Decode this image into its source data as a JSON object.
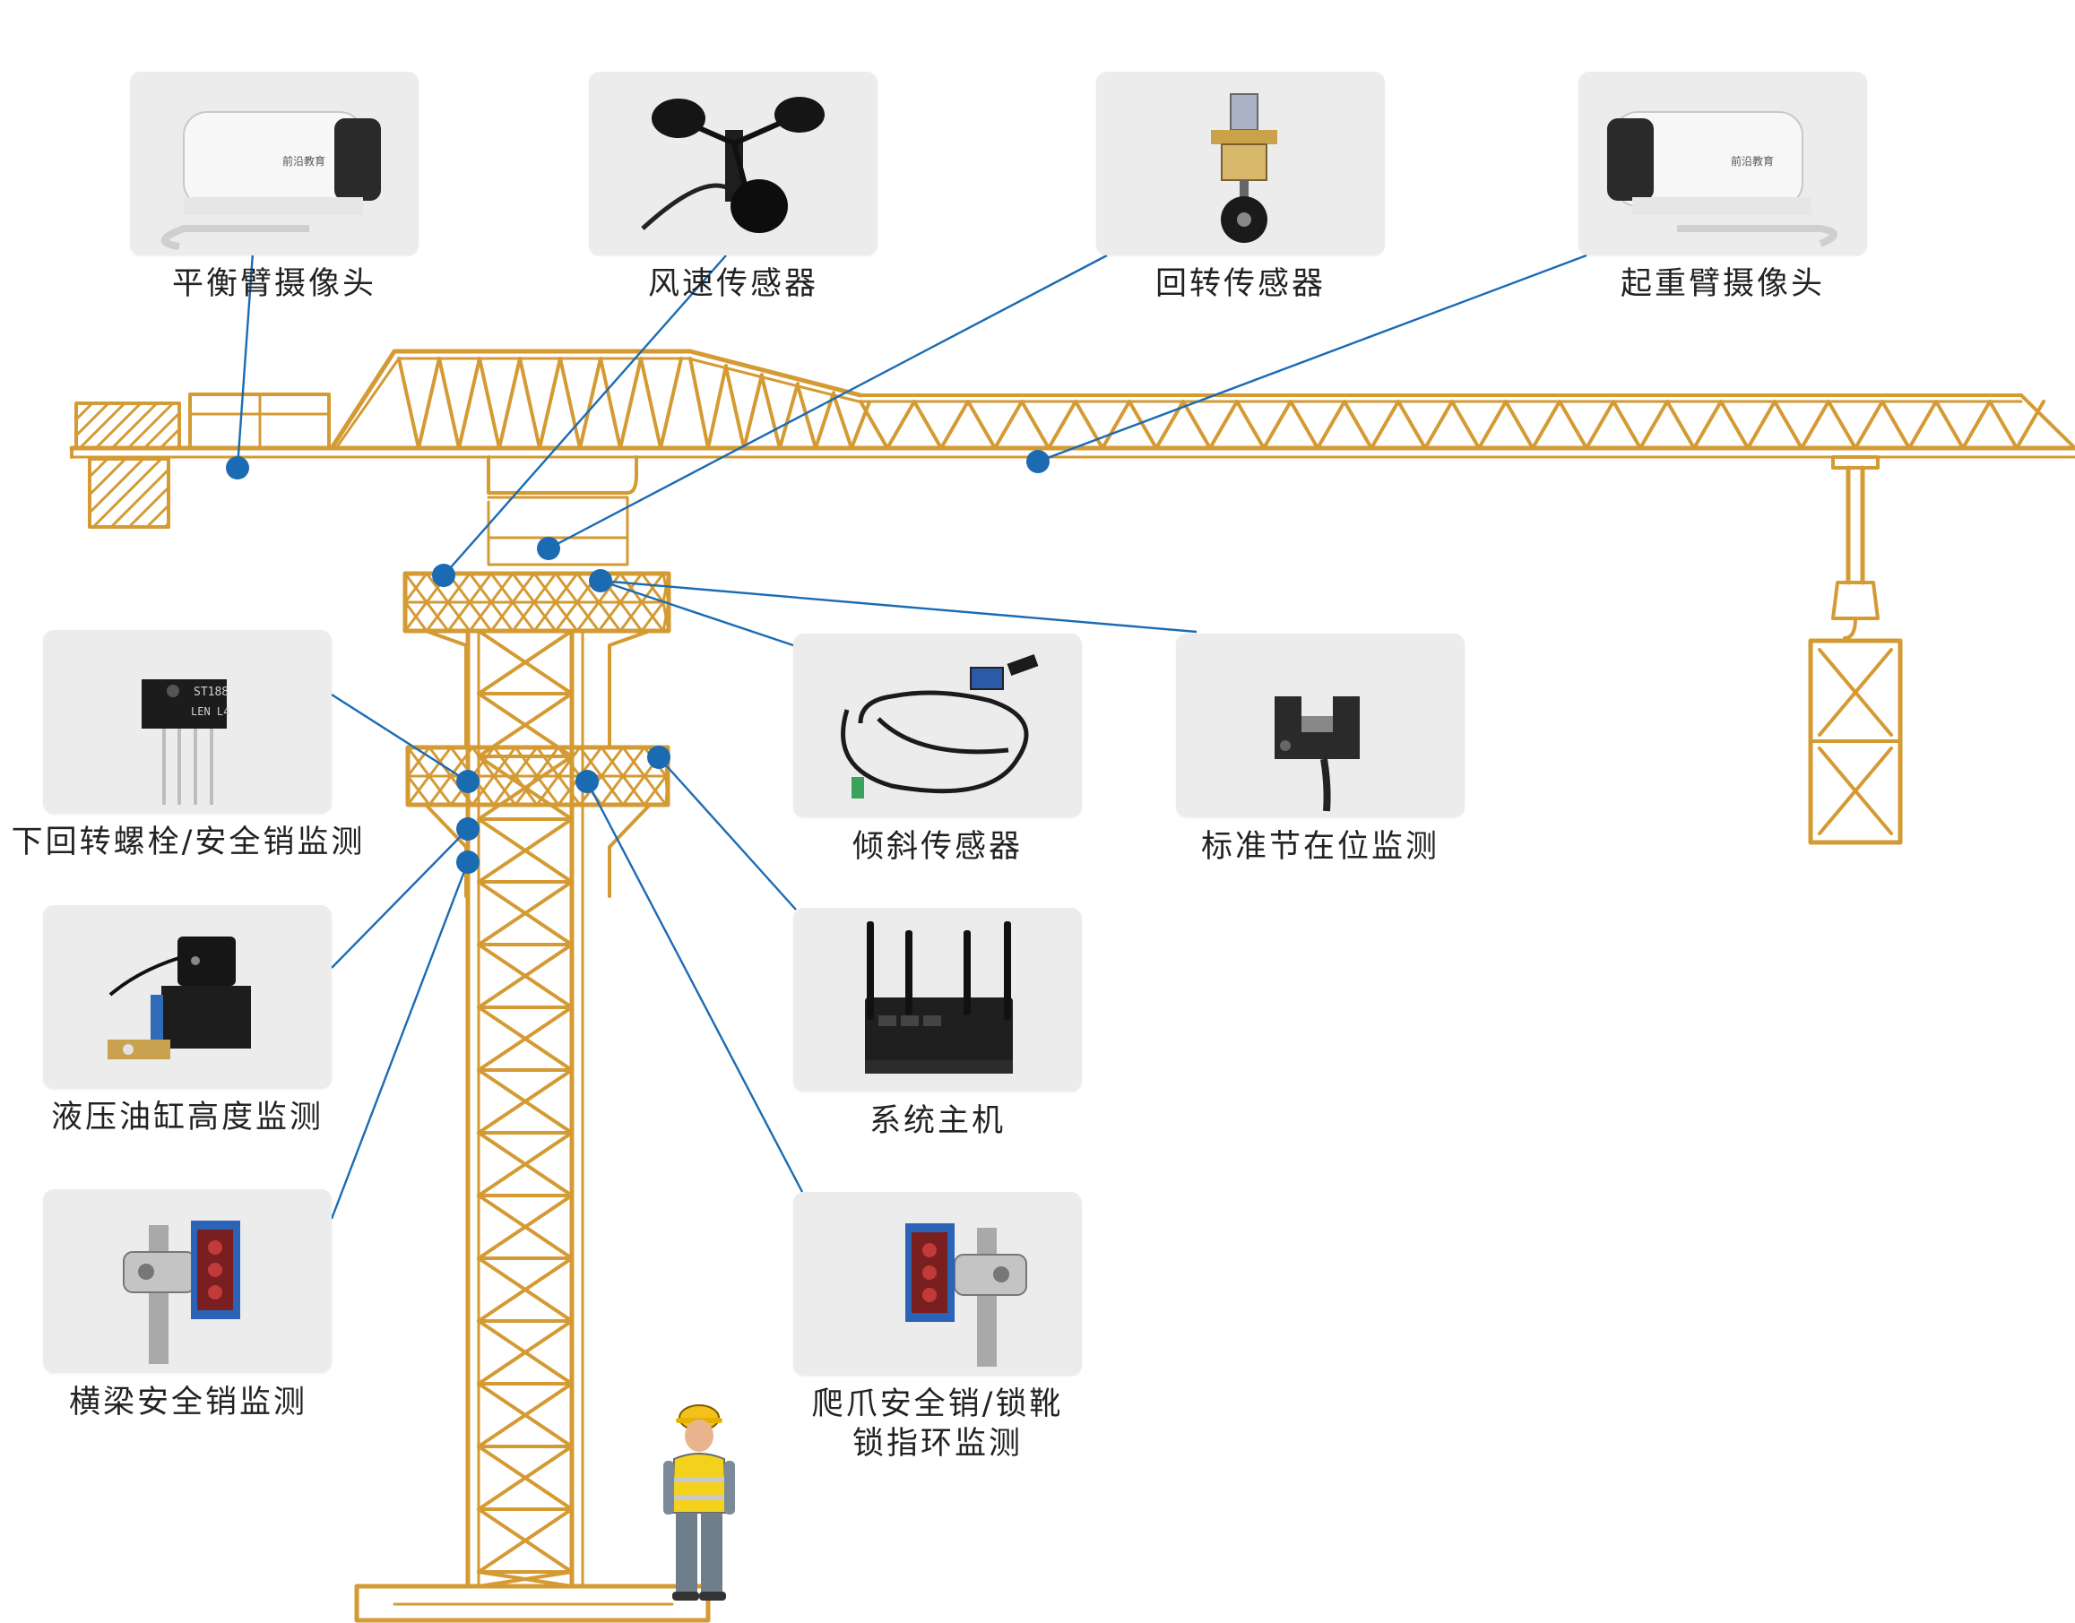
{
  "colors": {
    "structure": "#d49a33",
    "connector": "#1b6bb3",
    "dot": "#1b6bb3",
    "card_bg": "#ececec",
    "label_text": "#222222"
  },
  "components": [
    {
      "id": "balance-arm-camera",
      "label": "平衡臂摄像头",
      "icon": "camera-icon"
    },
    {
      "id": "wind-speed-sensor",
      "label": "风速传感器",
      "icon": "anemometer-icon"
    },
    {
      "id": "slewing-sensor",
      "label": "回转传感器",
      "icon": "rotation-sensor-icon"
    },
    {
      "id": "jib-camera",
      "label": "起重臂摄像头",
      "icon": "camera-icon"
    },
    {
      "id": "lower-slewing-bolt",
      "label": "下回转螺栓/安全销监测",
      "icon": "photo-interrupter-icon",
      "chip_text": [
        "ST188",
        "LEN L4"
      ]
    },
    {
      "id": "tilt-sensor",
      "label": "倾斜传感器",
      "icon": "tilt-sensor-icon"
    },
    {
      "id": "standard-section",
      "label": "标准节在位监测",
      "icon": "slot-sensor-icon"
    },
    {
      "id": "hydraulic-cylinder",
      "label": "液压油缸高度监测",
      "icon": "draw-wire-encoder-icon"
    },
    {
      "id": "system-host",
      "label": "系统主机",
      "icon": "router-icon"
    },
    {
      "id": "beam-pin",
      "label": "横梁安全销监测",
      "icon": "photoelectric-sensor-icon"
    },
    {
      "id": "climbing-claw",
      "label_lines": [
        "爬爪安全销/锁靴",
        "锁指环监测"
      ],
      "icon": "photoelectric-sensor-icon"
    }
  ],
  "camera_brand": "前沿教育",
  "worker": "construction-worker-icon"
}
